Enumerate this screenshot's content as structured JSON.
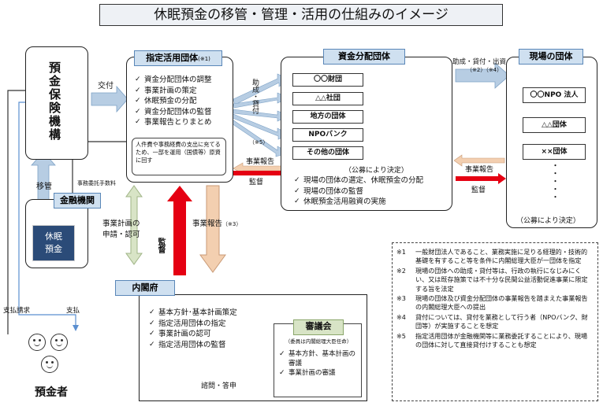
{
  "title": "休眠預金の移管・管理・活用の仕組みのイメージ",
  "deposit_insurance": {
    "label": "預金保険機構"
  },
  "financial_institution": {
    "header": "金融機関",
    "dormant_label": "休眠預金"
  },
  "designated_org": {
    "header": "指定活用団体",
    "header_note": "(※1)",
    "items": [
      "資金分配団体の調整",
      "事業計画の策定",
      "休眠預金の分配",
      "資金分配団体の監督",
      "事業報告とりまとめ"
    ],
    "sub_note": "人件費や事務経費の支出に充てるため、一部を運用（国債等）原資に回す"
  },
  "fund_dist_org": {
    "header": "資金分配団体",
    "groups": [
      "〇〇財団",
      "△△社団",
      "地方の団体",
      "NPOバンク",
      "その他の団体"
    ],
    "public_note": "（公募により決定）",
    "items": [
      "現場の団体の選定、休眠預金の分配",
      "現場の団体の監督",
      "休眠預金活用融資の実施"
    ]
  },
  "field_org": {
    "header": "現場の団体",
    "groups": [
      "〇〇NPO 法人",
      "△△団体",
      "××団体"
    ],
    "dots": "・・・・・",
    "public_note": "（公募により決定）"
  },
  "cabinet": {
    "header": "内閣府",
    "items": [
      "基本方針･基本計画策定",
      "指定活用団体の指定",
      "事業計画の認可",
      "指定活用団体の監督"
    ]
  },
  "council": {
    "header": "審議会",
    "sub": "（委員は内閣総理大臣任命）",
    "items": [
      "基本方針、基本計画の審議",
      "事業計画の審議"
    ]
  },
  "labels": {
    "transfer": "移管",
    "grant": "交付",
    "commission_fee": "事務委託手数料",
    "funding_vertical": "助成・貸付",
    "note5": "（※5）",
    "report": "事業報告",
    "supervise": "監督",
    "plan_apply": "事業計画の申請・認可",
    "supervise2": "監督",
    "report3": "事業報告",
    "report3_note": "（※3）",
    "top_right": "助成・貸付・出資",
    "top_right_note": "（※2）（※4）",
    "report_field": "事業報告",
    "supervise_field": "監督",
    "consult": "諮問・答申",
    "payment_request": "支払請求",
    "payment": "支払",
    "depositors": "預金者"
  },
  "notes": [
    {
      "key": "※1",
      "text": "一般財団法人であること、業務実施に足りる経理的・技術的基礎を有すること等を条件に内閣総理大臣が一団体を指定"
    },
    {
      "key": "※2",
      "text": "現場の団体への助成・貸付等は、行政の執行になじみにくい、又は既存施策では不十分な民間公益活動促進事業に限定する旨を法定"
    },
    {
      "key": "※3",
      "text": "現場の団体及び資金分配団体の事業報告を踏まえた事業報告の内閣総理大臣への提出"
    },
    {
      "key": "※4",
      "text": "貸付については、貸付を業務として行う者（NPOバンク、財団等）が実施することを想定"
    },
    {
      "key": "※5",
      "text": "指定活用団体が金融機関等に業務委託することにより、現場の団体に対して直接貸付けすることも想定"
    }
  ],
  "colors": {
    "header_fill": "#cfe0f0",
    "arrow_blue": "#b7cde3",
    "arrow_red": "#e50012",
    "arrow_orange": "#f3cfb0",
    "arrow_green": "#d8e4c6",
    "line_blue": "#5b8fd0"
  }
}
